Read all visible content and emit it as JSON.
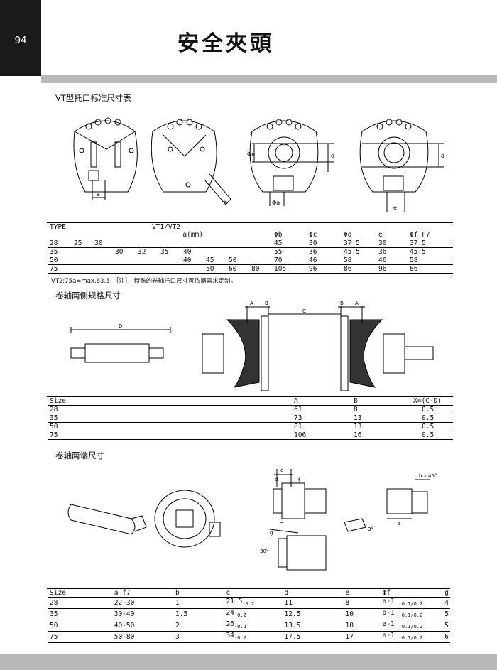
{
  "header": {
    "page_number": "94",
    "title": "安全夾頭"
  },
  "section1": {
    "title": "VT型托口标准尺寸表",
    "fig_labels": {
      "a1": "a",
      "a2": "a",
      "phi_e": "Φe",
      "d1": "d",
      "phi_a": "Φa",
      "d2": "d",
      "e": "e"
    },
    "header_row1": {
      "type": "TYPE",
      "group": "VT1/VT2"
    },
    "header_row2": {
      "a_mm": "a(mm)",
      "phib": "Φb",
      "phic": "Φc",
      "phid": "Φd",
      "e": "e",
      "phif": "Φf F7"
    },
    "rows": [
      {
        "type": "28",
        "a": [
          "25",
          "30",
          "",
          "",
          "",
          "",
          "",
          "",
          ""
        ],
        "phib": "45",
        "phic": "30",
        "phid": "37.5",
        "e": "30",
        "phif": "37.5"
      },
      {
        "type": "35",
        "a": [
          "",
          "",
          "30",
          "32",
          "35",
          "40",
          "",
          "",
          ""
        ],
        "phib": "55",
        "phic": "36",
        "phid": "45.5",
        "e": "36",
        "phif": "45.5"
      },
      {
        "type": "50",
        "a": [
          "",
          "",
          "",
          "",
          "",
          "40",
          "45",
          "50",
          ""
        ],
        "phib": "70",
        "phic": "46",
        "phid": "58",
        "e": "46",
        "phif": "58"
      },
      {
        "type": "75",
        "a": [
          "",
          "",
          "",
          "",
          "",
          "",
          "50",
          "60",
          "80"
        ],
        "phib": "105",
        "phic": "96",
        "phid": "86",
        "e": "96",
        "phif": "86"
      }
    ],
    "note": "VT2:75a=max.63.5　［注］　特殊的卷轴托口尺寸可依据需求定制。"
  },
  "section2": {
    "title": "卷轴两侧规格尺寸",
    "fig_labels": {
      "D": "D",
      "A1": "A",
      "B1": "B",
      "C": "C",
      "B2": "B",
      "A2": "A"
    },
    "headers": {
      "size": "Size",
      "A": "A",
      "B": "B",
      "X": "X=(C-D)"
    },
    "rows": [
      {
        "size": "28",
        "A": "61",
        "B": "8",
        "X": "0.5"
      },
      {
        "size": "35",
        "A": "73",
        "B": "13",
        "X": "0.5"
      },
      {
        "size": "50",
        "A": "81",
        "B": "13",
        "X": "0.5"
      },
      {
        "size": "75",
        "A": "106",
        "B": "16",
        "X": "0.5"
      }
    ]
  },
  "section3": {
    "title": "卷轴两端尺寸",
    "fig_labels": {
      "c": "c",
      "d": "d",
      "f": "f",
      "e": "e",
      "g": "g",
      "angle30": "30°",
      "angle3": "3°",
      "bx45": "b x 45°",
      "a": "a"
    },
    "headers": {
      "size": "Size",
      "af7": "a f7",
      "b": "b",
      "c": "c",
      "d": "d",
      "e": "e",
      "phif": "Φf",
      "g": "g"
    },
    "rows": [
      {
        "size": "28",
        "af7": "22-30",
        "b": "1",
        "c": "21.5",
        "c_tol": "-0.2",
        "d": "11",
        "e": "8",
        "phif": "a-1",
        "phif_tol": "-0.1/0.2",
        "g": "4"
      },
      {
        "size": "35",
        "af7": "30-40",
        "b": "1.5",
        "c": "24",
        "c_tol": "-0.2",
        "d": "12.5",
        "e": "10",
        "phif": "a-1",
        "phif_tol": "-0.1/0.2",
        "g": "5"
      },
      {
        "size": "50",
        "af7": "40-50",
        "b": "2",
        "c": "26",
        "c_tol": "-0.2",
        "d": "13.5",
        "e": "10",
        "phif": "a-1",
        "phif_tol": "-0.1/0.2",
        "g": "5"
      },
      {
        "size": "75",
        "af7": "50-80",
        "b": "3",
        "c": "34",
        "c_tol": "-0.2",
        "d": "17.5",
        "e": "17",
        "phif": "a-1",
        "phif_tol": "-0.1/0.2",
        "g": "6"
      }
    ]
  }
}
